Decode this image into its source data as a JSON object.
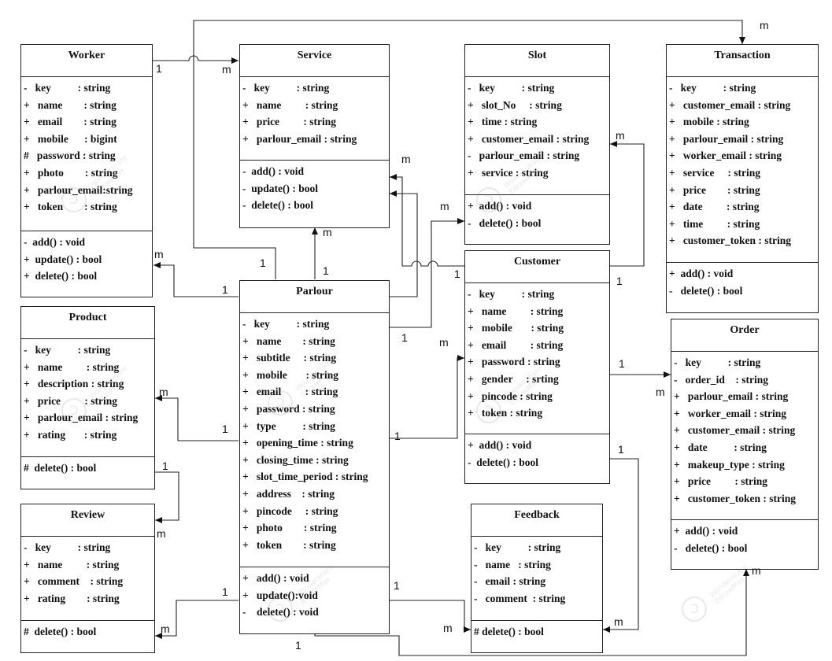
{
  "classes": {
    "worker": {
      "title": "Worker",
      "attributes": [
        "-   key          : string",
        "+   name        : string",
        "+   email        : string",
        "+   mobile      : bigint",
        "#   password : string",
        "+   photo        : string",
        "+   parlour_email:string",
        "+   token        : string"
      ],
      "operations": [
        "-  add() : void",
        "+  update() : bool",
        "+  delete() : bool"
      ]
    },
    "service": {
      "title": "Service",
      "attributes": [
        "-   key          : string",
        "+   name         : string",
        "+   price         : string",
        "+   parlour_email : string"
      ],
      "operations": [
        "-  add() : void",
        "-  update() : bool",
        "-  delete() : bool"
      ]
    },
    "slot": {
      "title": "Slot",
      "attributes": [
        "-   key          : string",
        "+   slot_No     : string",
        "+   time : string",
        "+   customer_email : string",
        "-   parlour_email : string",
        "+   service : string"
      ],
      "operations": [
        "+  add() : void",
        "-   delete() : bool"
      ]
    },
    "transaction": {
      "title": "Transaction",
      "attributes": [
        "-   key          : string",
        "+   customer_email : string",
        "+   mobile : string",
        "+   parlour_email : string",
        "+   worker_email : string",
        "+   service     : string",
        "+   price        : string",
        "+   date         : string",
        "+   time         : string",
        "+   customer_token : string"
      ],
      "operations": [
        "+  add() : void",
        "-   delete() : bool"
      ]
    },
    "product": {
      "title": "Product",
      "attributes": [
        "-   key          : string",
        "+   name         : string",
        "+   description : string",
        "+   price         : string",
        "+   parlour_email : string",
        "+   rating       : string"
      ],
      "operations": [
        "#  delete() : bool"
      ]
    },
    "parlour": {
      "title": "Parlour",
      "attributes": [
        "-   key          : string",
        "+   name        : string",
        "+   subtitle     : string",
        "+   mobile       : string",
        "+   email         : string",
        "+   password : string",
        "+   type          : string",
        "+   opening_time : string",
        "+   closing_time : string",
        "+   slot_time_period : string",
        "+   address    : string",
        "+   pincode     : string",
        "+   photo        : string",
        "+   token        : string"
      ],
      "operations": [
        "+   add() : void",
        "+   update():void",
        "-    delete() : void"
      ]
    },
    "customer": {
      "title": "Customer",
      "attributes": [
        "-   key          : string",
        "+   name         : string",
        "+   mobile       : string",
        "+   email         : string",
        "+   password : string",
        "+   gender     : srting",
        "+   pincode : string",
        "+   token : string"
      ],
      "operations": [
        "+  add() : void",
        "-  delete() : bool"
      ]
    },
    "order": {
      "title": "Order",
      "attributes": [
        "-   key          : string",
        "-   order_id    : string",
        "+   parlour_email : string",
        "+   worker_email : string",
        "+   customer_email : string",
        "+   date          : string",
        "+   makeup_type : string",
        "+   price         : string",
        "+   customer_token : string"
      ],
      "operations": [
        "+  add() : void",
        "-   delete() : bool"
      ]
    },
    "review": {
      "title": "Review",
      "attributes": [
        "-   key          : string",
        "+   name         : string",
        "+   comment    : string",
        "+   rating        : string"
      ],
      "operations": [
        "#  delete() : bool"
      ]
    },
    "feedback": {
      "title": "Feedback",
      "attributes": [
        "-   key          : string",
        "-   name   : string",
        "-   email : string",
        "-   comment  : string"
      ],
      "operations": [
        "# delete() : bool"
      ]
    }
  },
  "multiplicities": {
    "worker_service_1": "1",
    "worker_service_m": "m",
    "parlour_transaction_m": "m",
    "parlour_service_m": "m",
    "parlour_service_1": "1",
    "parlour_worker_m": "m",
    "parlour_worker_1": "1",
    "parlour_to_service2_1": "1",
    "customer_service_m": "m",
    "customer_slot_m": "m",
    "parlour_slot_m": "m",
    "customer_slot_1": "1",
    "customer_transaction_1": "1",
    "parlour_slot_1": "1",
    "parlour_customer_m": "m",
    "customer_order_1": "1",
    "customer_order_m": "m",
    "parlour_product_m": "m",
    "parlour_product_1": "1",
    "parlour_customer_1": "1",
    "product_review_1": "1",
    "product_review_m": "m",
    "customer_feedback_1": "1",
    "parlour_review_1": "1",
    "parlour_review_m": "m",
    "parlour_feedback_1": "1",
    "parlour_feedback_m": "m",
    "customer_feedback_m": "m",
    "parlour_order_1": "1",
    "parlour_order_m": "m"
  },
  "watermark": {
    "line1": "Wondershare",
    "line2": "EdrawMax",
    "glyph": "Ↄ"
  }
}
